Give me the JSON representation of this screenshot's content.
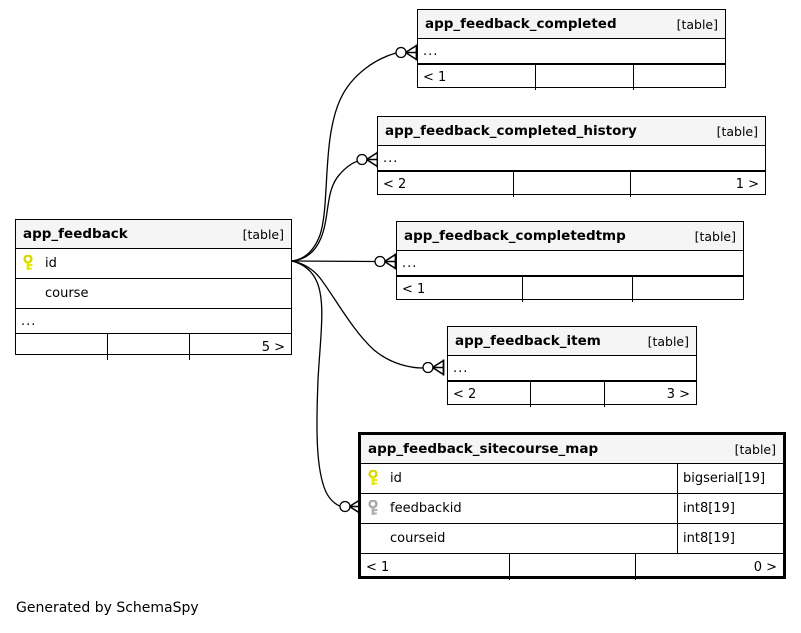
{
  "diagram": {
    "caption": "Generated by SchemaSpy",
    "table_tag": "[table]",
    "ellipsis": "...",
    "key_colors": {
      "primary": "#e8e800",
      "foreign": "#b0b0b0"
    }
  },
  "tables": {
    "app_feedback": {
      "name": "app_feedback",
      "tag": "[table]",
      "columns": [
        {
          "name": "id",
          "key": "primary",
          "type": ""
        },
        {
          "name": "course",
          "key": "none",
          "type": ""
        }
      ],
      "has_ellipsis": true,
      "ellipsis": "...",
      "footer": {
        "left": "",
        "mid": "",
        "right": "5 >"
      }
    },
    "app_feedback_completed": {
      "name": "app_feedback_completed",
      "tag": "[table]",
      "columns": [],
      "has_ellipsis": true,
      "ellipsis": "...",
      "footer": {
        "left": "< 1",
        "mid": "",
        "right": ""
      }
    },
    "app_feedback_completed_history": {
      "name": "app_feedback_completed_history",
      "tag": "[table]",
      "columns": [],
      "has_ellipsis": true,
      "ellipsis": "...",
      "footer": {
        "left": "< 2",
        "mid": "",
        "right": "1 >"
      }
    },
    "app_feedback_completedtmp": {
      "name": "app_feedback_completedtmp",
      "tag": "[table]",
      "columns": [],
      "has_ellipsis": true,
      "ellipsis": "...",
      "footer": {
        "left": "< 1",
        "mid": "",
        "right": ""
      }
    },
    "app_feedback_item": {
      "name": "app_feedback_item",
      "tag": "[table]",
      "columns": [],
      "has_ellipsis": true,
      "ellipsis": "...",
      "footer": {
        "left": "< 2",
        "mid": "",
        "right": "3 >"
      }
    },
    "app_feedback_sitecourse_map": {
      "name": "app_feedback_sitecourse_map",
      "tag": "[table]",
      "focus": true,
      "columns": [
        {
          "name": "id",
          "key": "primary",
          "type": "bigserial[19]"
        },
        {
          "name": "feedbackid",
          "key": "foreign",
          "type": "int8[19]"
        },
        {
          "name": "courseid",
          "key": "none",
          "type": "int8[19]"
        }
      ],
      "has_ellipsis": false,
      "footer": {
        "left": "< 1",
        "mid": "",
        "right": "0 >"
      }
    }
  },
  "relationships": [
    {
      "from": "app_feedback",
      "to": "app_feedback_completed"
    },
    {
      "from": "app_feedback",
      "to": "app_feedback_completed_history"
    },
    {
      "from": "app_feedback",
      "to": "app_feedback_completedtmp"
    },
    {
      "from": "app_feedback",
      "to": "app_feedback_item"
    },
    {
      "from": "app_feedback",
      "to": "app_feedback_sitecourse_map"
    }
  ]
}
